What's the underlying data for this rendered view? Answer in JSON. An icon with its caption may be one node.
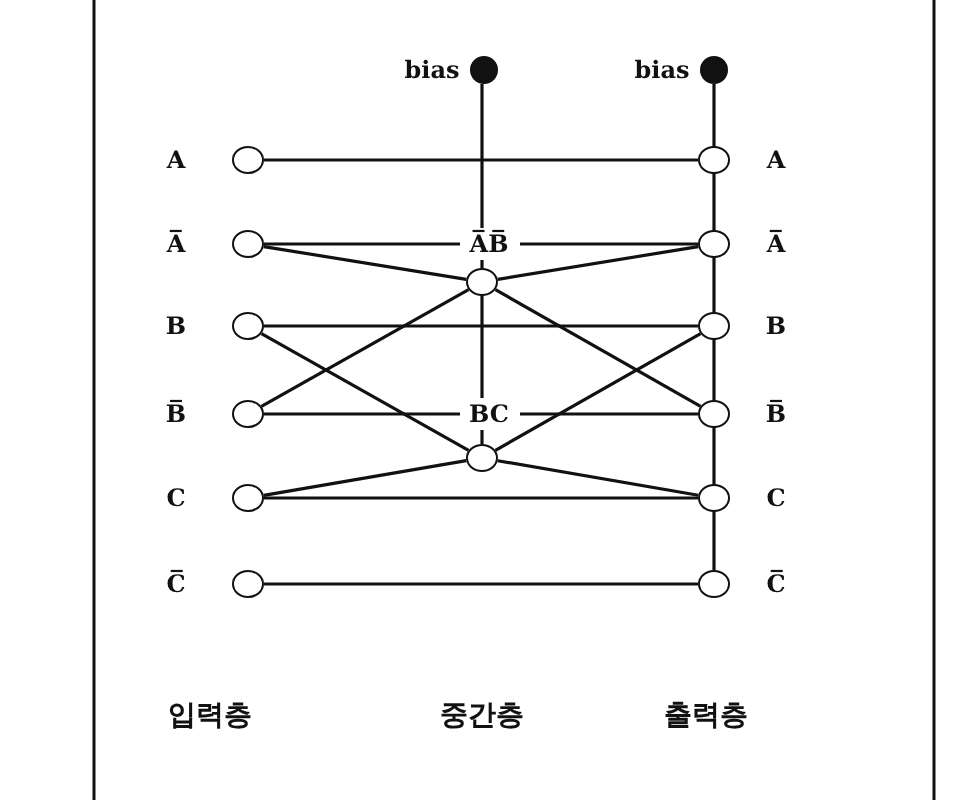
{
  "diagram": {
    "nodes": [
      {
        "text": [
          "bias"
        ]
      },
      {
        "text": [
          "bias"
        ]
      },
      {
        "text": [
          "A"
        ]
      },
      {
        "text": [
          "A̅"
        ]
      },
      {
        "text": [
          "B"
        ]
      },
      {
        "text": [
          "B̅"
        ]
      },
      {
        "text": [
          "C"
        ]
      },
      {
        "text": [
          "C̅"
        ]
      },
      {
        "text": [],
        "shape": "circle"
      },
      {
        "text": [],
        "shape": "circle"
      },
      {
        "text": [
          "A"
        ]
      },
      {
        "text": [
          "A̅"
        ]
      },
      {
        "text": [
          "B"
        ]
      },
      {
        "text": [
          "B̅"
        ]
      },
      {
        "text": [
          "C"
        ]
      },
      {
        "text": [
          "C̅"
        ]
      }
    ],
    "edges": [
      {
        "from": 2,
        "to": 10,
        "arrow": "none"
      },
      {
        "from": 3,
        "to": 11,
        "arrow": "none",
        "label": "A̅B̅"
      },
      {
        "from": 4,
        "to": 12,
        "arrow": "none"
      },
      {
        "from": 5,
        "to": 13,
        "arrow": "none",
        "label": "BC"
      },
      {
        "from": 6,
        "to": 14,
        "arrow": "none"
      },
      {
        "from": 7,
        "to": 15,
        "arrow": "none"
      },
      {
        "from": 3,
        "to": 8,
        "arrow": "none"
      },
      {
        "from": 5,
        "to": 8,
        "arrow": "none"
      },
      {
        "from": 8,
        "to": 11,
        "arrow": "none"
      },
      {
        "from": 8,
        "to": 13,
        "arrow": "none"
      },
      {
        "from": 4,
        "to": 9,
        "arrow": "none"
      },
      {
        "from": 6,
        "to": 9,
        "arrow": "none"
      },
      {
        "from": 9,
        "to": 12,
        "arrow": "none"
      },
      {
        "from": 9,
        "to": 14,
        "arrow": "none"
      },
      {
        "from": 0,
        "to": 8,
        "arrow": "none"
      },
      {
        "from": 0,
        "to": 9,
        "arrow": "none"
      },
      {
        "from": 1,
        "to": 10,
        "arrow": "none"
      },
      {
        "from": 1,
        "to": 11,
        "arrow": "none"
      },
      {
        "from": 1,
        "to": 12,
        "arrow": "none"
      },
      {
        "from": 1,
        "to": 13,
        "arrow": "none"
      },
      {
        "from": 1,
        "to": 14,
        "arrow": "none"
      },
      {
        "from": 1,
        "to": 15,
        "arrow": "none"
      }
    ],
    "labels": [
      "입력층",
      "중간층",
      "출력층"
    ]
  }
}
